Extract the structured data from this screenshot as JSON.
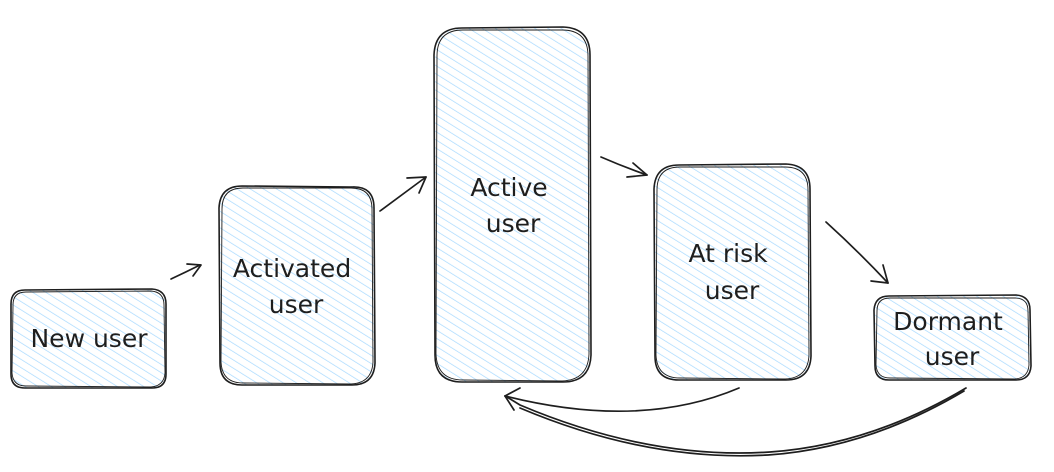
{
  "diagram": {
    "fill_color": "#a5d8ff",
    "stroke_color": "#1e1e1e",
    "nodes": [
      {
        "id": "new-user",
        "lines": [
          "New user"
        ]
      },
      {
        "id": "activated-user",
        "lines": [
          "Activated",
          "user"
        ]
      },
      {
        "id": "active-user",
        "lines": [
          "Active",
          "user"
        ]
      },
      {
        "id": "at-risk-user",
        "lines": [
          "At risk",
          "user"
        ]
      },
      {
        "id": "dormant-user",
        "lines": [
          "Dormant",
          "user"
        ]
      }
    ],
    "edges": [
      {
        "from": "new-user",
        "to": "activated-user"
      },
      {
        "from": "activated-user",
        "to": "active-user"
      },
      {
        "from": "active-user",
        "to": "at-risk-user"
      },
      {
        "from": "at-risk-user",
        "to": "dormant-user"
      },
      {
        "from": "at-risk-user",
        "to": "active-user"
      },
      {
        "from": "dormant-user",
        "to": "active-user"
      }
    ]
  }
}
